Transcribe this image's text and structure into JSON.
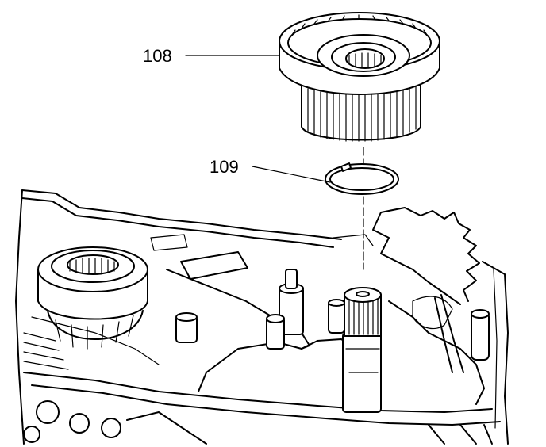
{
  "callouts": [
    {
      "id": "108",
      "label": "108",
      "part": "drum-assembly"
    },
    {
      "id": "109",
      "label": "109",
      "part": "snap-ring"
    }
  ]
}
